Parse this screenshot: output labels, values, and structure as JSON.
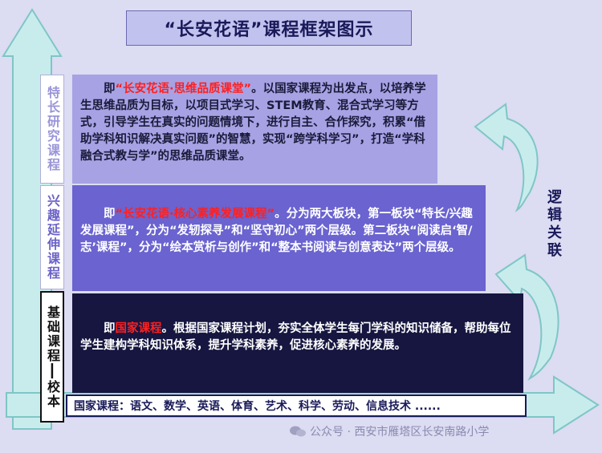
{
  "title": "“长安花语”课程框架图示",
  "levels": {
    "top_label": "特长研究课程",
    "mid_label": "兴趣延伸课程",
    "base_label_1": "基础课程",
    "base_sep": "┃",
    "base_label_2": "校本"
  },
  "blocks": {
    "top": {
      "lead": "即",
      "highlight": "“长安花语·思维品质课堂”",
      "text": "。以国家课程为出发点，以培养学生思维品质为目标，以项目式学习、STEM教育、混合式学习等方式，引导学生在真实的问题情境下，进行自主、合作探究，积累“借助学科知识解决真实问题”的智慧，实现“跨学科学习”，打造“学科融合式教与学”的思维品质课堂。"
    },
    "mid": {
      "lead": "即",
      "highlight": "“长安花语·核心素养发展课程”",
      "text": "。分为两大板块，第一板块“特长/兴趣发展课程”，分为“发轫探寻”和“坚守初心”两个层级。第二板块“阅读启‘智/志’课程”，分为“绘本赏析与创作”和“整本书阅读与创意表达”两个层级。"
    },
    "base": {
      "lead": "即",
      "highlight": "国家课程",
      "text": "。根据国家课程计划，夯实全体学生每门学科的知识储备，帮助每位学生建构学科知识体系，提升学科素养，促进核心素养的发展。"
    }
  },
  "national_courses": "国家课程：语文、数学、英语、体育、艺术、科学、劳动、信息技术 ......",
  "logic_label": "逻辑关联",
  "watermark": "公众号 · 西安市雁塔区长安南路小学",
  "colors": {
    "background": "#dcdcf2",
    "top_block": "#a6a2e4",
    "mid_block": "#6a63d0",
    "base_block": "#161640",
    "highlight": "#ff2020",
    "arrow_fill": "#c8ecec",
    "arrow_stroke": "#7fc6c6"
  }
}
